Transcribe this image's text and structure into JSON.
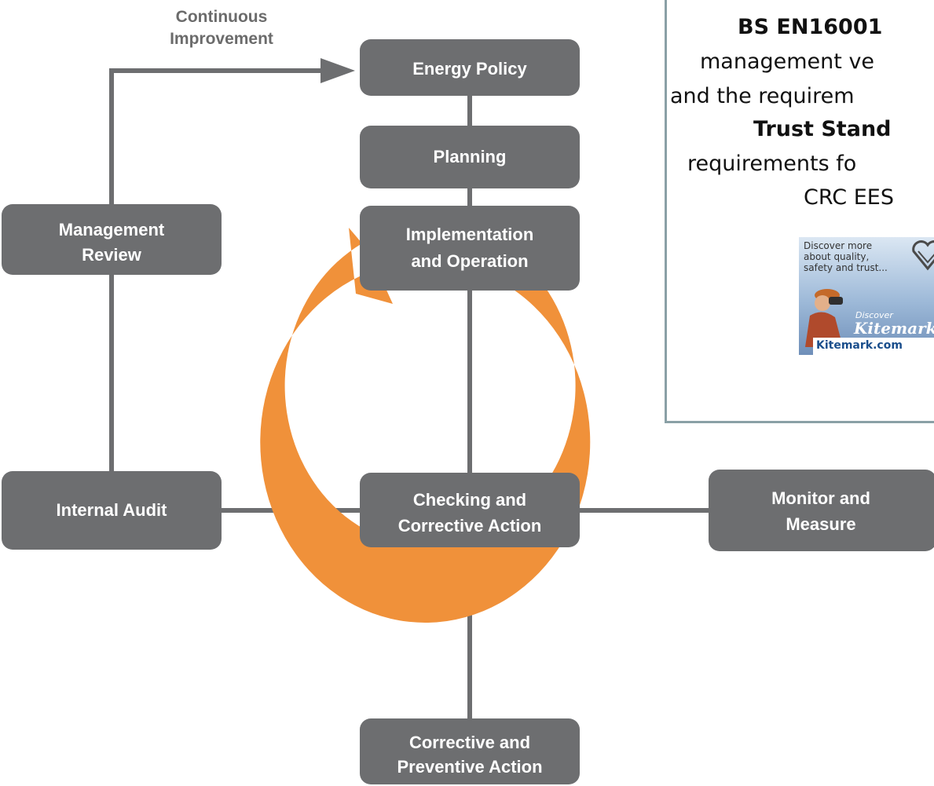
{
  "diagram": {
    "continuous_improvement": [
      "Continuous",
      "Improvement"
    ],
    "nodes": {
      "energy_policy": [
        "Energy Policy"
      ],
      "planning": [
        "Planning"
      ],
      "implementation": [
        "Implementation",
        "and Operation"
      ],
      "management_review": [
        "Management",
        "Review"
      ],
      "internal_audit": [
        "Internal Audit"
      ],
      "checking": [
        "Checking and",
        "Corrective Action"
      ],
      "monitor": [
        "Monitor and",
        "Measure"
      ],
      "corrective_preventive": [
        "Corrective and",
        "Preventive Action"
      ]
    },
    "colors": {
      "box": "#6d6e70",
      "line": "#6d6e70",
      "cycle_arrow": "#f0913a",
      "continuous_improvement_text": "#6b6b6b"
    }
  },
  "info_panel": {
    "line1": "BS EN16001",
    "line2": "management ve",
    "line3": "and the requirem",
    "line4": "Trust Stand",
    "line5": "requirements fo",
    "line6": "CRC EES",
    "border_color": "#8aa0a6"
  },
  "kitemark_ad": {
    "line1": "Discover more",
    "line2": "about quality,",
    "line3": "safety and trust...",
    "discover": "Discover",
    "brand": "Kitemark",
    "url": "Kitemark.com",
    "icon": "kitemark-heart-icon"
  }
}
